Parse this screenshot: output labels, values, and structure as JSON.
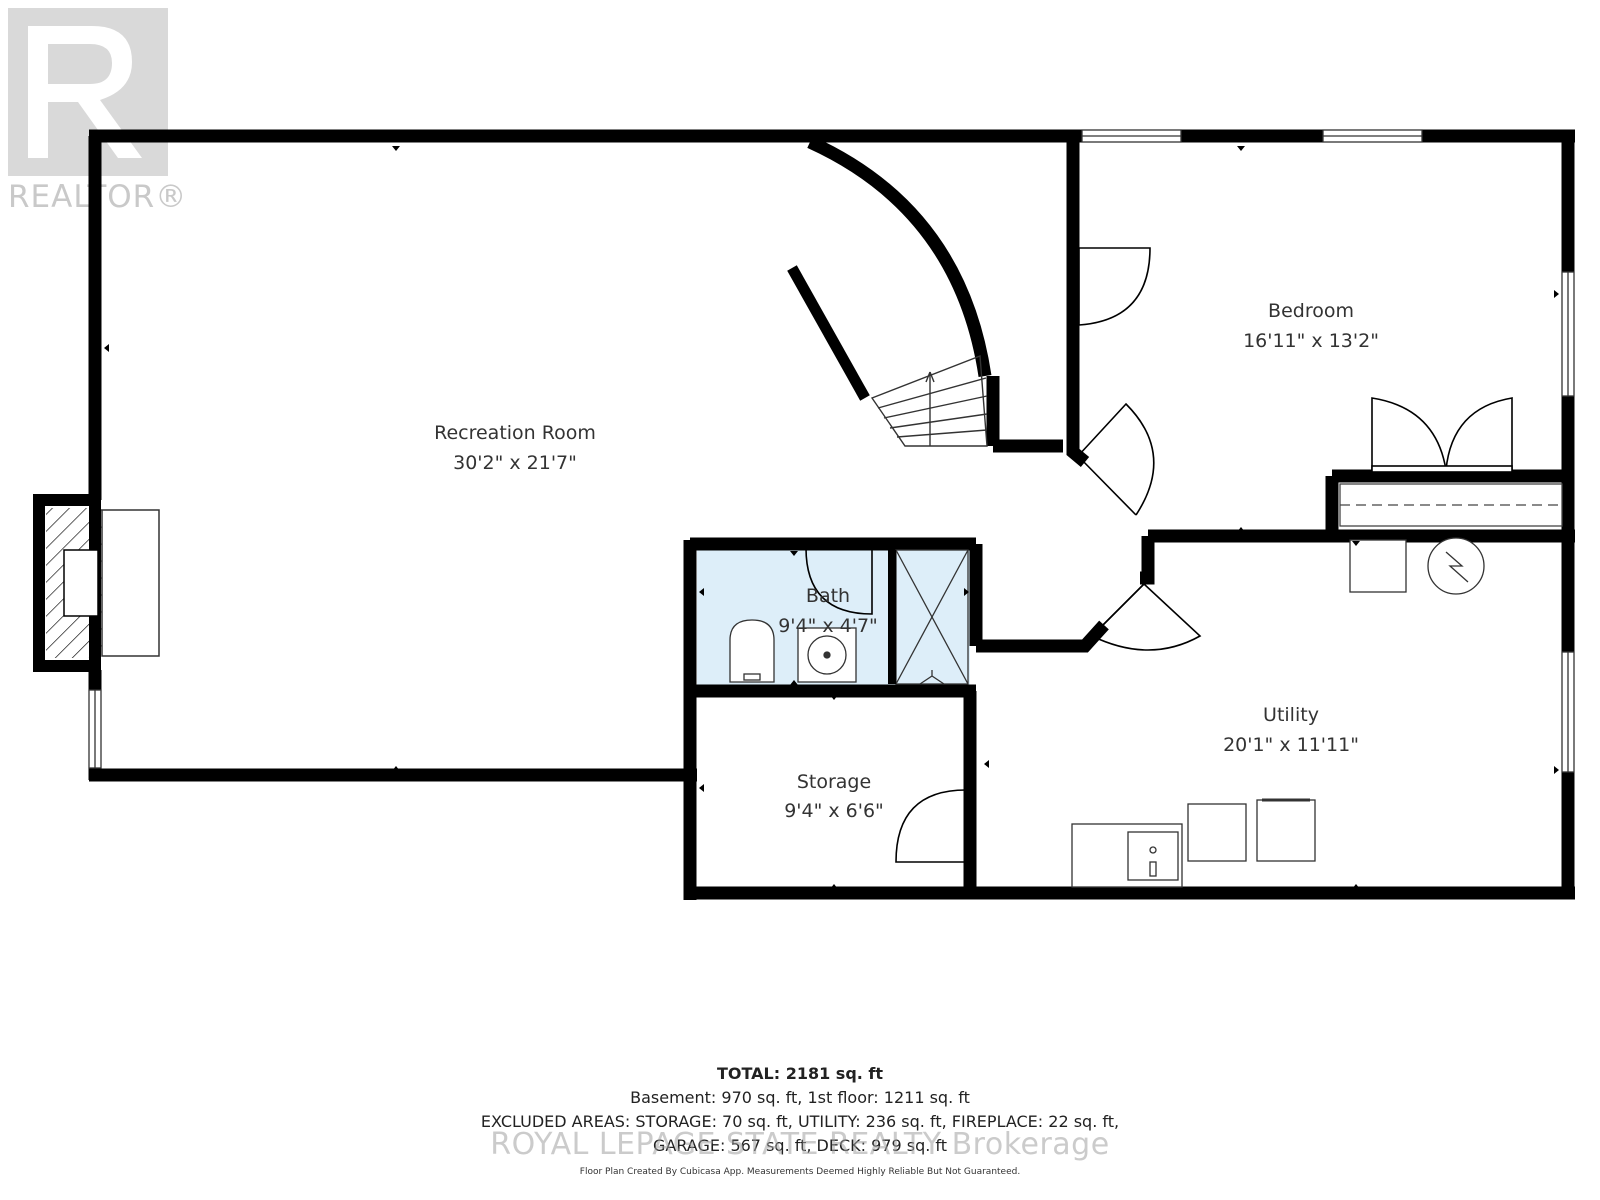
{
  "colors": {
    "wall": "#000000",
    "bath_fill": "#ddeef9",
    "watermark": "#c9c9c9",
    "text": "#333333"
  },
  "watermark": {
    "logo_letter": "R",
    "text": "REALTOR®",
    "brokerage": "ROYAL LEPAGE STATE REALTY Brokerage"
  },
  "rooms": {
    "recreation": {
      "name": "Recreation Room",
      "size": "30'2\" x 21'7\""
    },
    "bedroom": {
      "name": "Bedroom",
      "size": "16'11\" x 13'2\""
    },
    "bath": {
      "name": "Bath",
      "size": "9'4\" x 4'7\""
    },
    "storage": {
      "name": "Storage",
      "size": "9'4\" x 6'6\""
    },
    "utility": {
      "name": "Utility",
      "size": "20'1\" x 11'11\""
    }
  },
  "footer": {
    "total_label": "TOTAL:",
    "total_value": "2181 sq. ft",
    "line1": "Basement: 970 sq. ft, 1st floor: 1211 sq. ft",
    "line2": "EXCLUDED AREAS: STORAGE: 70 sq. ft, UTILITY: 236 sq. ft, FIREPLACE: 22 sq. ft,",
    "line3": "GARAGE: 567 sq. ft, DECK: 979 sq. ft",
    "note": "Floor Plan Created By Cubicasa App. Measurements Deemed Highly Reliable But Not Guaranteed."
  }
}
